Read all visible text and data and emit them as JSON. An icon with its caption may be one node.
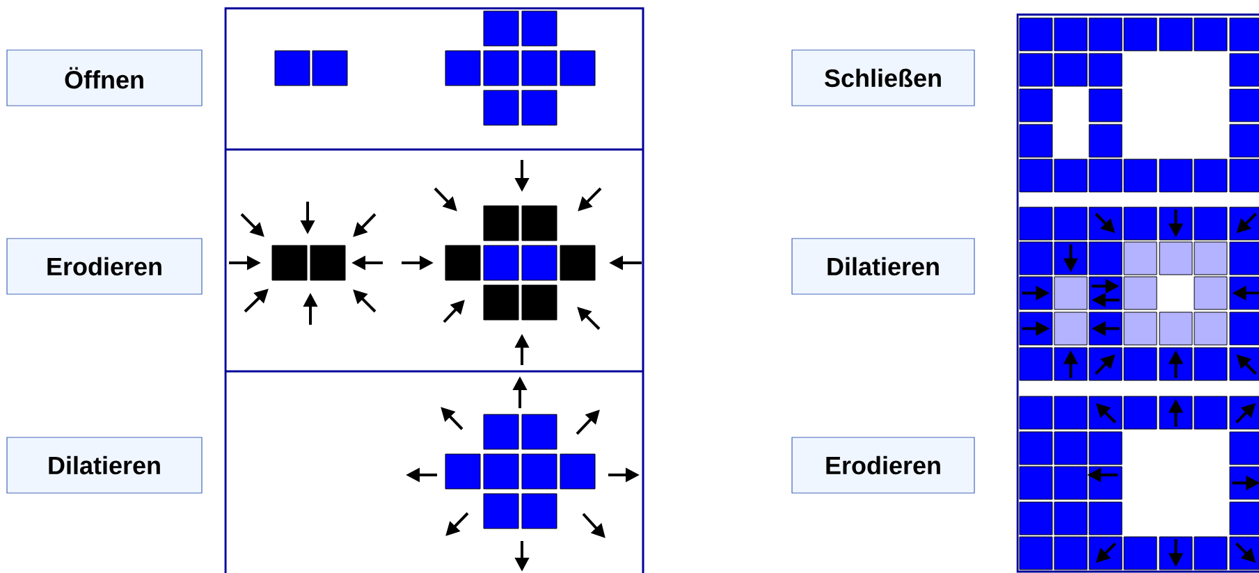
{
  "diagram": {
    "nodes": [
      {
        "text": [
          "Öffnen"
        ]
      },
      {
        "text": [
          "Erodieren"
        ]
      },
      {
        "text": [
          "Dilatieren"
        ]
      },
      {
        "text": [
          "Schließen"
        ]
      },
      {
        "text": [
          "Dilatieren"
        ]
      },
      {
        "text": [
          "Erodieren"
        ]
      }
    ]
  }
}
